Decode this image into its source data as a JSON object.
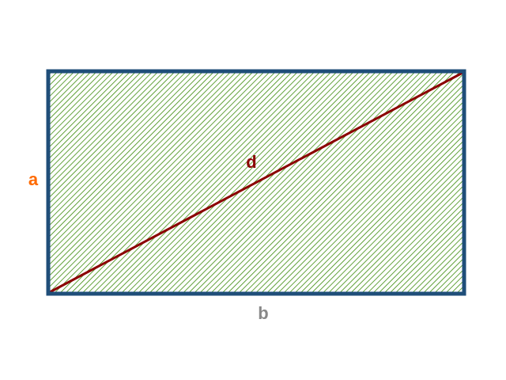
{
  "labels": {
    "side_a": "a",
    "side_b": "b",
    "diagonal": "d"
  },
  "colors": {
    "background": "#ffffff",
    "hatch": "#3a8a0a",
    "border": "#1f4e79",
    "diagonal": "#8b0000",
    "label_a": "#ff6a00",
    "label_b": "#888888",
    "label_d": "#8b0000"
  }
}
